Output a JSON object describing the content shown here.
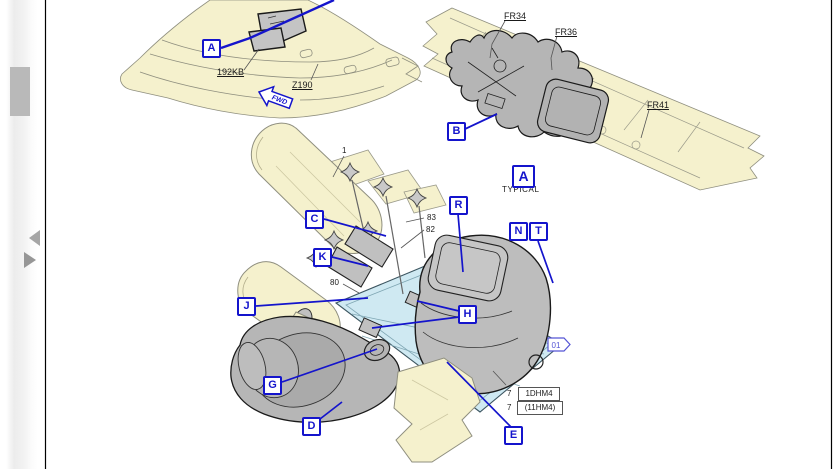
{
  "figure": {
    "overview": {
      "callout_a": "A",
      "panel_ref": "192KB",
      "zone_ref": "Z190",
      "fwd_label": "FWD"
    },
    "detail_b": {
      "callout_b": "B",
      "fr34": "FR34",
      "fr36": "FR36",
      "fr41": "FR41",
      "callout_a": "A",
      "typical_caption": "TYPICAL"
    },
    "main": {
      "callouts": {
        "c": "C",
        "r": "R",
        "k": "K",
        "n": "N",
        "t": "T",
        "j": "J",
        "h": "H",
        "g": "G",
        "d": "D",
        "e": "E"
      },
      "items": {
        "i1": "1",
        "i83": "83",
        "i82": "82",
        "i80": "80"
      },
      "effectivity": [
        {
          "qty": "7",
          "code": "1DHM4"
        },
        {
          "qty": "7",
          "code": "(11HM4)"
        }
      ],
      "sheet_flag": "01"
    },
    "colors": {
      "callout_blue": "#1414cc",
      "cream": "#f5f1cd",
      "part_gray": "#bdbdbd",
      "panel_blue": "#cfe9f2"
    }
  }
}
